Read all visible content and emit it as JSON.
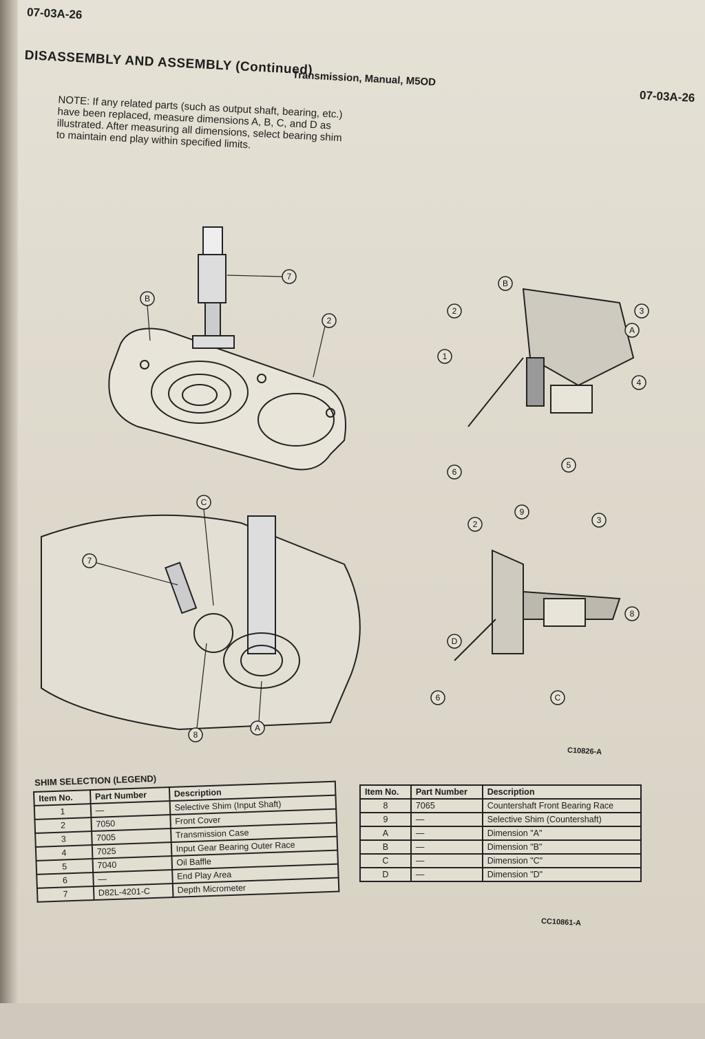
{
  "header": {
    "page_left": "07-03A-26",
    "section_title": "DISASSEMBLY AND ASSEMBLY (Continued)",
    "manual_title": "Transmission, Manual, M5OD",
    "page_right": "07-03A-26"
  },
  "note": "NOTE: If any related parts (such as output shaft, bearing, etc.) have been replaced, measure dimensions A, B, C, and D as illustrated. After measuring all dimensions, select bearing shim to maintain end play within specified limits.",
  "callouts": {
    "c1": "1",
    "c2": "2",
    "c3": "3",
    "c4": "4",
    "c5": "5",
    "c6": "6",
    "c7": "7",
    "c8": "8",
    "c9": "9",
    "cA": "A",
    "cB": "B",
    "cC": "C",
    "cD": "D"
  },
  "figure_ids": {
    "top": "C10826-A",
    "bottom": "CC10861-A"
  },
  "legend_left": {
    "title": "SHIM SELECTION (LEGEND)",
    "headers": [
      "Item No.",
      "Part Number",
      "Description"
    ],
    "rows": [
      [
        "1",
        "—",
        "Selective Shim (Input Shaft)"
      ],
      [
        "2",
        "7050",
        "Front Cover"
      ],
      [
        "3",
        "7005",
        "Transmission Case"
      ],
      [
        "4",
        "7025",
        "Input Gear Bearing Outer Race"
      ],
      [
        "5",
        "7040",
        "Oil Baffle"
      ],
      [
        "6",
        "—",
        "End Play Area"
      ],
      [
        "7",
        "D82L-4201-C",
        "Depth Micrometer"
      ]
    ]
  },
  "legend_right": {
    "headers": [
      "Item No.",
      "Part Number",
      "Description"
    ],
    "rows": [
      [
        "8",
        "7065",
        "Countershaft Front Bearing Race"
      ],
      [
        "9",
        "—",
        "Selective Shim (Countershaft)"
      ],
      [
        "A",
        "—",
        "Dimension \"A\""
      ],
      [
        "B",
        "—",
        "Dimension \"B\""
      ],
      [
        "C",
        "—",
        "Dimension \"C\""
      ],
      [
        "D",
        "—",
        "Dimension \"D\""
      ]
    ]
  }
}
